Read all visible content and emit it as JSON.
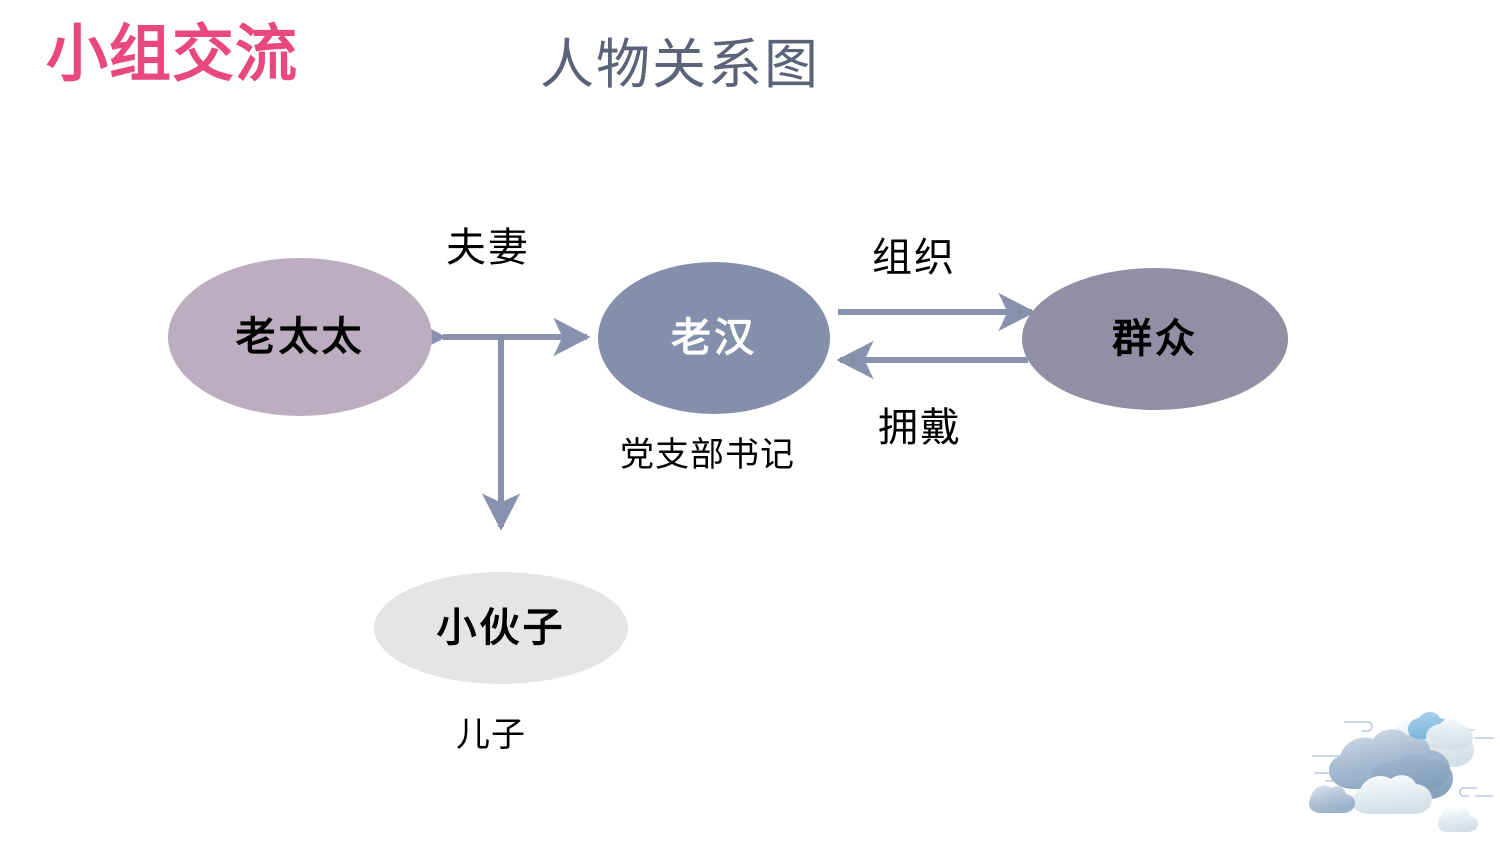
{
  "header": {
    "title": "小组交流",
    "title_color": "#E8487E",
    "subtitle": "人物关系图",
    "subtitle_color": "#5B6378"
  },
  "diagram": {
    "type": "relationship-graph",
    "nodes": [
      {
        "id": "laotaitai",
        "label": "老太太",
        "fill": "#BCAEC0",
        "text_color": "#000000",
        "caption": null
      },
      {
        "id": "laohan",
        "label": "老汉",
        "fill": "#848FAC",
        "text_color": "#FFFFFF",
        "caption": "党支部书记"
      },
      {
        "id": "qunzhong",
        "label": "群众",
        "fill": "#908FA4",
        "text_color": "#000000",
        "caption": null
      },
      {
        "id": "xiaohuozi",
        "label": "小伙子",
        "fill": "#E5E4E7",
        "text_color": "#000000",
        "caption": "儿子"
      }
    ],
    "edges": [
      {
        "id": "fuqi",
        "label": "夫妻",
        "from": "laotaitai",
        "to": "laohan",
        "direction": "both"
      },
      {
        "id": "zuzhi",
        "label": "组织",
        "from": "laohan",
        "to": "qunzhong",
        "direction": "forward"
      },
      {
        "id": "yongdai",
        "label": "拥戴",
        "from": "qunzhong",
        "to": "laohan",
        "direction": "forward"
      },
      {
        "id": "erzi",
        "label": "",
        "from": "laohan",
        "to": "xiaohuozi",
        "direction": "forward"
      }
    ],
    "captions": {
      "laohan": "党支部书记",
      "xiaohuozi": "儿子"
    },
    "arrow_color": "#8892AD"
  },
  "decoration": {
    "cloud": "cloud-illustration",
    "cloud_line_color": "#AEC0DC"
  }
}
